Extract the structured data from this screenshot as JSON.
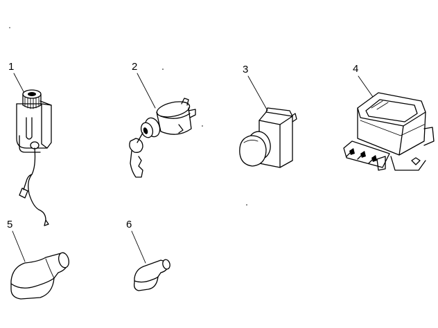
{
  "parts": [
    {
      "callout": "1",
      "icon": "switch-with-wire-icon"
    },
    {
      "callout": "2",
      "icon": "ignition-switch-with-key-icon"
    },
    {
      "callout": "3",
      "icon": "pilot-lamp-icon"
    },
    {
      "callout": "4",
      "icon": "relay-box-icon"
    },
    {
      "callout": "5",
      "icon": "elbow-cap-large-icon"
    },
    {
      "callout": "6",
      "icon": "elbow-cap-small-icon"
    }
  ]
}
